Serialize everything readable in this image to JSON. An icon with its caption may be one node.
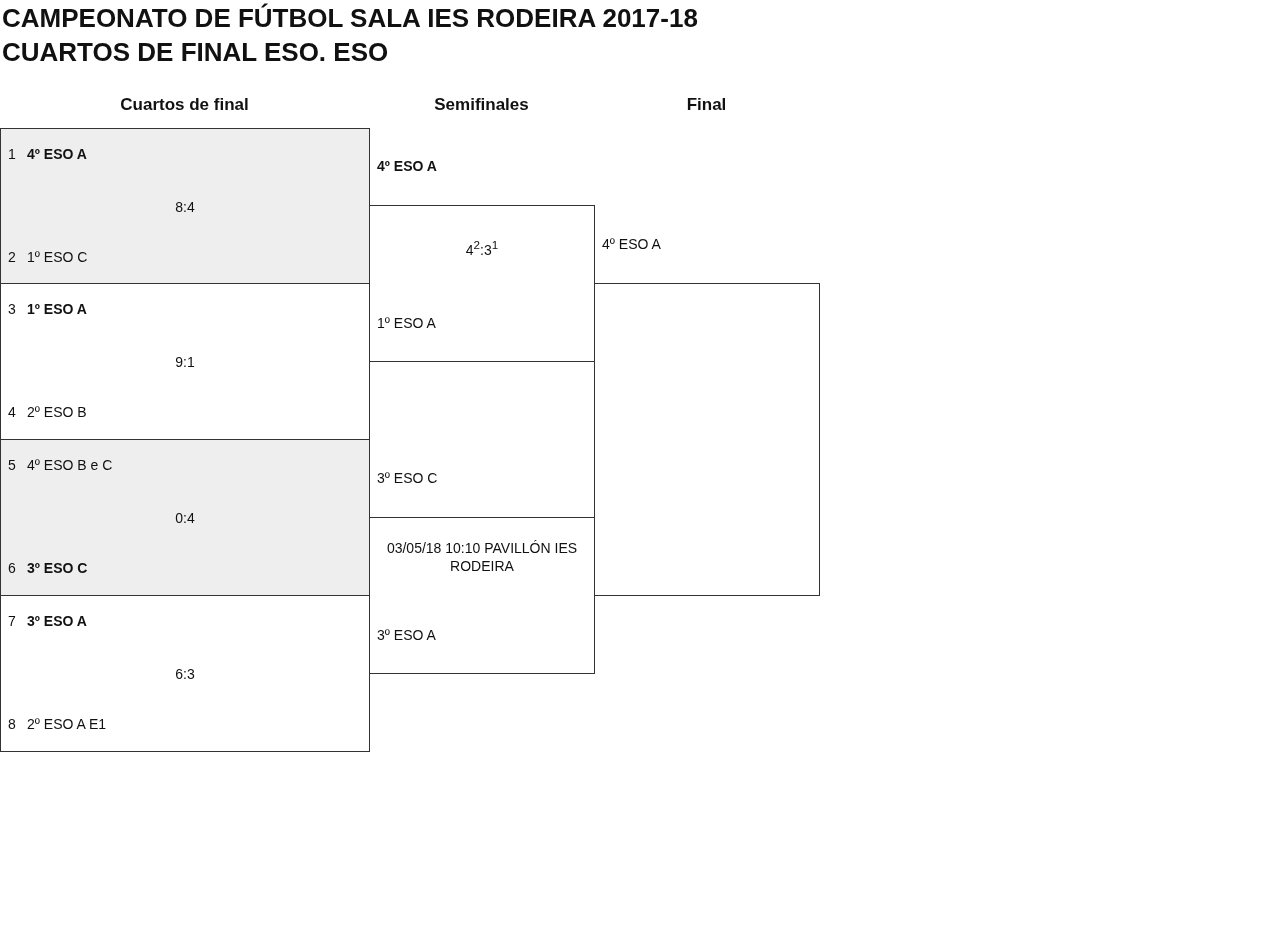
{
  "diagram": {
    "title": "CAMPEONATO DE FÚTBOL SALA IES RODEIRA 2017-18",
    "nodes": [
      {
        "text": [
          "1",
          "4º ESO A",
          "8:4",
          "2",
          "1º ESO C"
        ]
      },
      {
        "text": [
          "3",
          "1º ESO A",
          "9:1",
          "4",
          "2º ESO B"
        ]
      },
      {
        "text": [
          "5",
          "4º ESO B e C",
          "0:4",
          "6",
          "3º ESO C"
        ]
      },
      {
        "text": [
          "7",
          "3º ESO A",
          "6:3",
          "8",
          "2º ESO A E1"
        ]
      },
      {
        "text": [
          "4º ESO A",
          "4$^{2}$:3$^{1}$",
          "1º ESO A"
        ]
      },
      {
        "text": [
          "3º ESO C",
          "03/05/18 10:10 PAVILLÓN IES RODEIRA",
          "3º ESO A"
        ]
      },
      {
        "text": [
          "4º ESO A"
        ]
      }
    ],
    "labels": [
      "CUARTOS DE FINAL ESO. ESO",
      "Cuartos de final",
      "Semifinales",
      "Final"
    ]
  }
}
